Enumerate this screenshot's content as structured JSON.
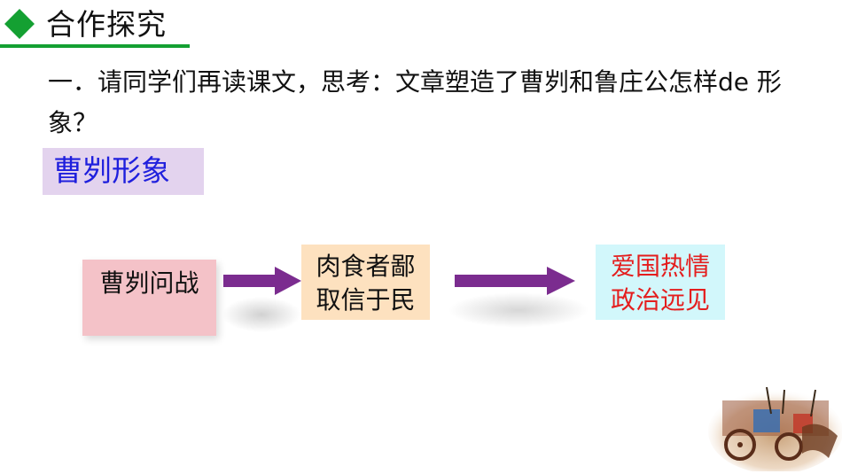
{
  "header": {
    "title": "合作探究",
    "icon": "diamond-icon",
    "accent_color": "#14a032"
  },
  "question": {
    "text": "一．请同学们再读课文，思考：文章塑造了曹刿和鲁庄公怎样de 形象？"
  },
  "section_label": {
    "text": "曹刿形象",
    "color": "#1f1fdd",
    "background": "#e3d3ee"
  },
  "flow": {
    "step1": {
      "line1": "曹刿问战"
    },
    "step2": {
      "line1": "肉食者鄙",
      "line2": "取信于民"
    },
    "step3": {
      "line1": "爱国热情",
      "line2": "政治远见",
      "color": "#e41e1e"
    },
    "arrow_color": "#7b2c8f"
  },
  "illustration": {
    "icon": "chariot-battle-illustration"
  }
}
